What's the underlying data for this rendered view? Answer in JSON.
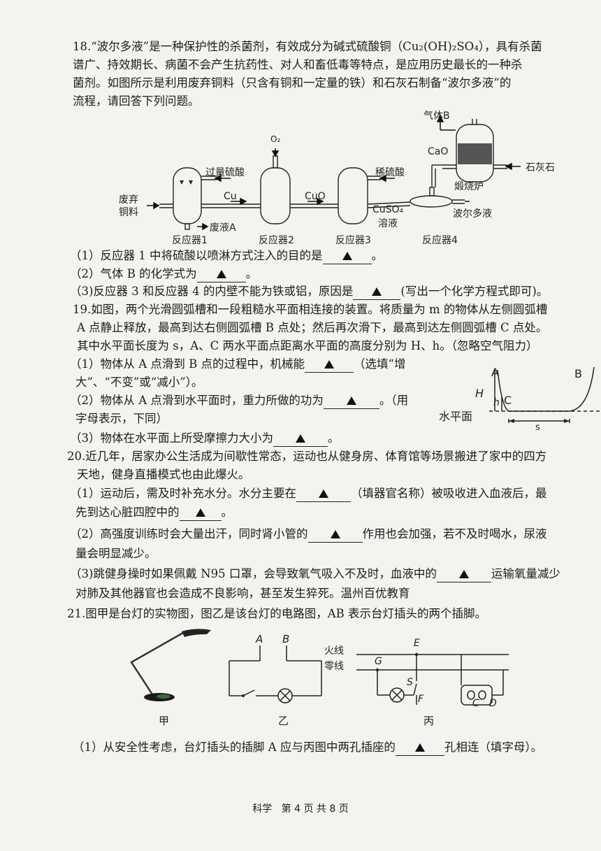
{
  "q18": {
    "l1": "18.“波尔多液”是一种保护性的杀菌剂，有效成分为碱式硫酸铜（Cu₂(OH)₂SO₄），具有杀菌",
    "l2": "谱广、持效期长、病菌不会产生抗药性、对人和畜低毒等特点，是应用历史最长的一种杀",
    "l3": "菌剂。如图所示是利用废弃铜料（只含有铜和一定量的铁）和石灰石制备“波尔多液”的",
    "l4": "流程，请回答下列问题。",
    "diagram": {
      "gas_b": "气体B",
      "o2": "O₂",
      "cao": "CaO",
      "limestone": "石灰石",
      "excess_acid": "过量硫酸",
      "dilute_acid": "稀硫酸",
      "calciner": "煅烧炉",
      "waste": "废弃",
      "copper": "铜料",
      "cu": "Cu",
      "cuo": "CuO",
      "cuso4": "CuSO₄",
      "solution": "溶液",
      "bordeaux": "波尔多液",
      "waste_a": "废液A",
      "r1": "反应器1",
      "r2": "反应器2",
      "r3": "反应器3",
      "r4": "反应器4"
    },
    "s1": "（1）反应器 1 中将硫酸以喷淋方式注入的目的是",
    "s1_end": "。",
    "s2": "（2）气体 B 的化学式为",
    "s2_end": "。",
    "s3": "（3)反应器 3 和反应器 4 的内壁不能为铁或铝，原因是",
    "s3_end": "(写出一个化学方程式即可)。"
  },
  "q19": {
    "l1": "19.如图，两个光滑圆弧槽和一段粗糙水平面相连接的装置。将质量为 m 的物体从左侧圆弧槽",
    "l2": "A 点静止释放，最高到达右侧圆弧槽 B 点处；然后再次滑下，最高到达左侧圆弧槽 C 点处。",
    "l3": "其中水平面长度为 s，A、C 两水平面点距离水平面的高度分别为 H、h。（忽略空气阻力）",
    "s1": "（1）物体从 A 点滑到 B 点的过程中，机械能",
    "s1_end": "（选填“增",
    "s1b": "大”、“不变”或“减小”）。",
    "s2": "（2）物体从 A 点滑到水平面时，重力所做的功为",
    "s2_end": "。（用",
    "s2b": "字母表示，下同）",
    "s3": "（3）物体在水平面上所受摩擦力大小为",
    "s3_end": "。",
    "diagram": {
      "A": "A",
      "B": "B",
      "C": "C",
      "H": "H",
      "h": "h",
      "plane": "水平面",
      "s": "s"
    }
  },
  "q20": {
    "l1": "20.近几年，居家办公生活成为间歇性常态，运动也从健身房、体育馆等场景搬进了家中的四方",
    "l2": "天地，健身直播模式也由此爆火。",
    "s1": "（1）运动后，需及时补充水分。水分主要在",
    "s1_end": "（填器官名称）被吸收进入血液后，最",
    "s1b": "先到达心脏四腔中的",
    "s1b_end": "。",
    "s2": "（2）高强度训练时会大量出汗，同时肾小管的",
    "s2_end": "作用也会加强，若不及时喝水，尿液",
    "s2b": "量会明显减少。",
    "s3": "（3)跳健身操时如果佩戴 N95 口罩，会导致氧气吸入不及时，血液中的",
    "s3_end": "运输氧量减少",
    "s3b": "对肺及其他器官也会造成不良影响，甚至发生猝死。温州百优教育"
  },
  "q21": {
    "l1": "21.图甲是台灯的实物图，图乙是该台灯的电路图，AB 表示台灯插头的两个插脚。",
    "diagram": {
      "jia": "甲",
      "yi": "乙",
      "bing": "丙",
      "A": "A",
      "B": "B",
      "live": "火线",
      "neutral": "零线",
      "E": "E",
      "G": "G",
      "S": "S",
      "F": "F",
      "C": "C",
      "D": "D"
    },
    "s1": "（1）从安全性考虑，台灯插头的插脚 A 应与丙图中两孔插座的",
    "s1_end": "孔相连（填字母）。"
  },
  "footer": {
    "subject": "科学",
    "page": "第 4 页 共 8 页"
  }
}
